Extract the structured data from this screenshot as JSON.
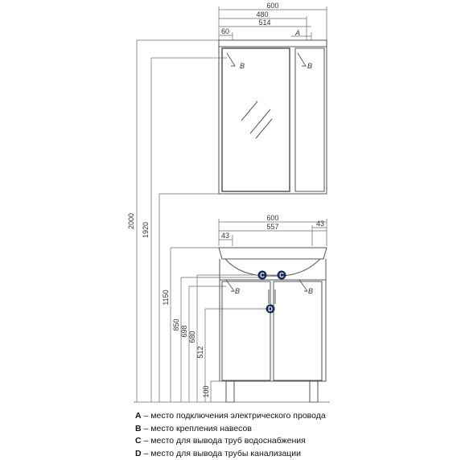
{
  "colors": {
    "line": "#555555",
    "thin": "#6a6a6a",
    "marker_fill": "#1a2a5c",
    "marker_text": "#ffffff"
  },
  "cabinet_dims": {
    "w600": "600",
    "w480": "480",
    "w514": "514",
    "w60": "60",
    "mark_a": "A"
  },
  "vanity_dims": {
    "w600": "600",
    "w557": "557",
    "w43_left": "43",
    "w43_right": "43"
  },
  "vertical_dims": {
    "h2000": "2000",
    "h1920": "1920",
    "h1150": "1150",
    "h850": "850",
    "h698": "698",
    "h680": "680",
    "h512": "512",
    "h100": "100"
  },
  "markers": {
    "b": "B",
    "c": "C",
    "d": "D"
  },
  "legend": [
    {
      "key": "A",
      "text": " – место подключения электрического провода"
    },
    {
      "key": "B",
      "text": " – место крепления навесов"
    },
    {
      "key": "C",
      "text": " – место для вывода труб водоснабжения"
    },
    {
      "key": "D",
      "text": " – место для вывода трубы канализации"
    }
  ]
}
